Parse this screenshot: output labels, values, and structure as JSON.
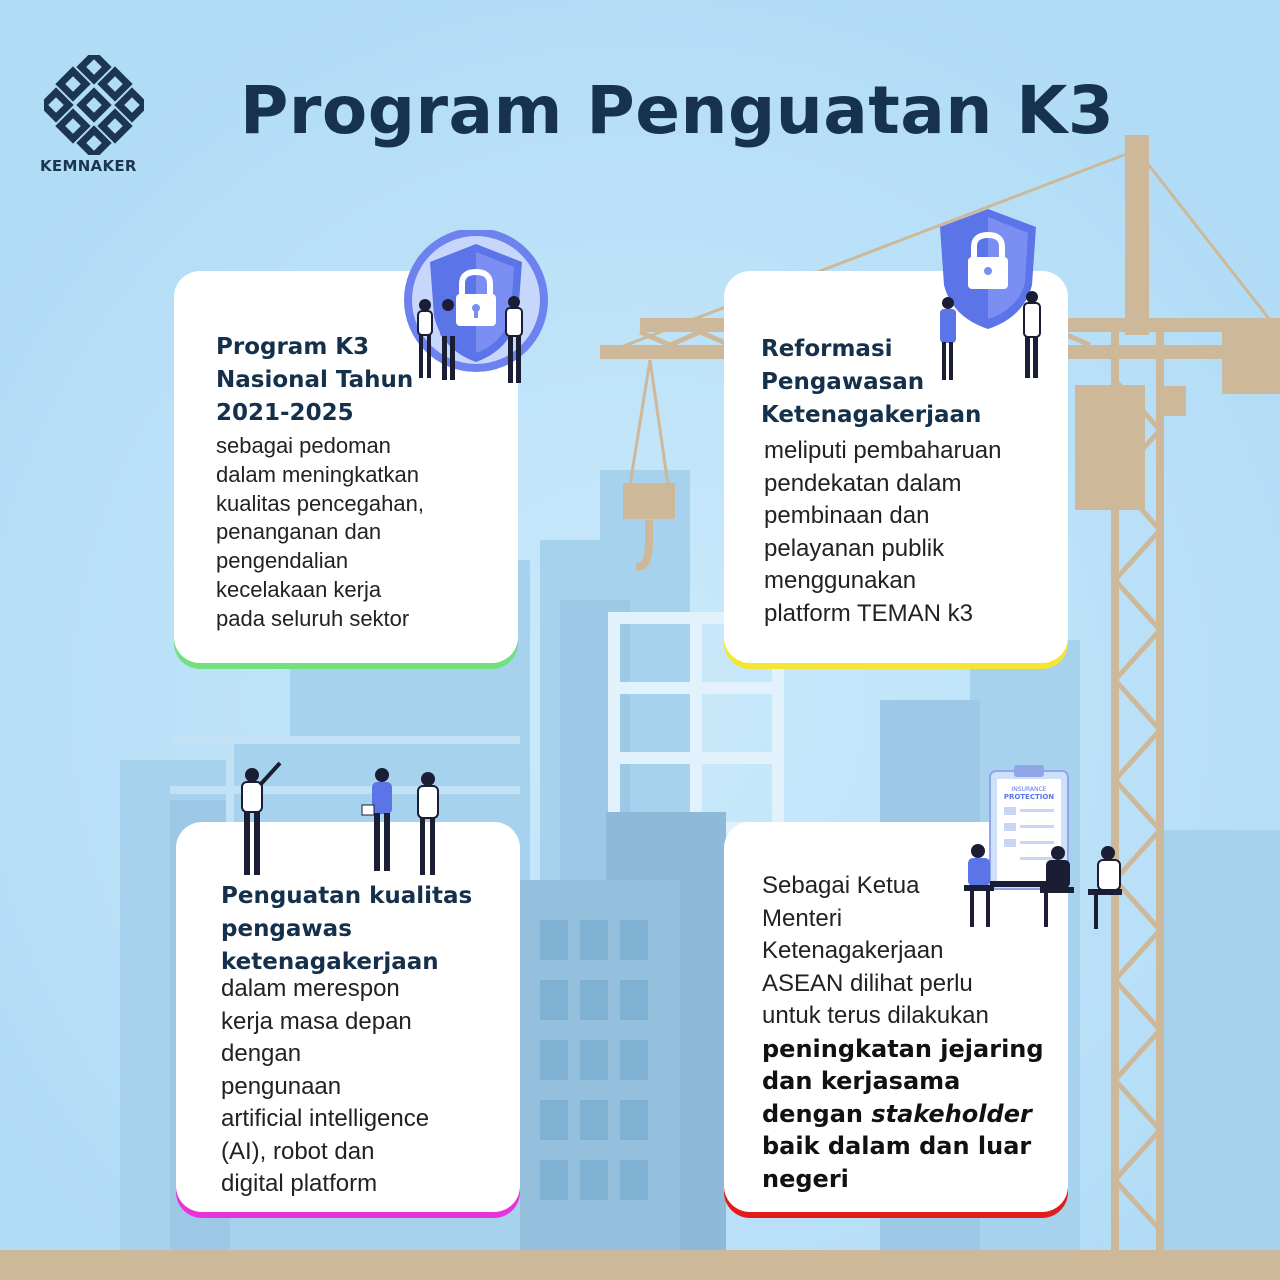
{
  "brand": {
    "logo_text": "KEMNAKER",
    "logo_color": "#1c3550"
  },
  "title": "Program Penguatan K3",
  "colors": {
    "background": "#b3def7",
    "title": "#17324d",
    "card_1_accent": "#72e07d",
    "card_2_accent": "#f4e632",
    "card_3_accent": "#e733d9",
    "card_4_accent": "#e31b1b",
    "shield": "#5b74e8",
    "crane": "#cdb99a"
  },
  "icons": [
    "kemnaker-logo",
    "shield-lock-icon",
    "clipboard-icon",
    "crane-illustration",
    "city-skyline"
  ],
  "cards": [
    {
      "heading": "Program K3\nNasional Tahun\n2021-2025",
      "body": "sebagai pedoman\ndalam meningkatkan\nkualitas pencegahan,\npenanganan dan\npengendalian\nkecelakaan kerja\npada seluruh sektor"
    },
    {
      "heading": "Reformasi\nPengawasan\nKetenagakerjaan",
      "body": "meliputi pembaharuan\npendekatan dalam\npembinaan dan\npelayanan publik\nmenggunakan\nplatform TEMAN k3"
    },
    {
      "heading": "Penguatan kualitas\npengawas\nketenagakerjaan",
      "body": "dalam merespon\nkerja masa depan\ndengan\npengunaan\nartificial intelligence\n(AI), robot dan\ndigital platform"
    },
    {
      "body": "Sebagai Ketua\nMenteri\nKetenagakerjaan\nASEAN dilihat perlu\nuntuk terus dilakukan",
      "bold_lines": [
        "peningkatan jejaring",
        "dan kerjasama",
        "dengan",
        "stakeholder",
        "baik dalam dan luar",
        "negeri"
      ]
    }
  ],
  "clipboard": {
    "line1": "INSURANCE",
    "line2": "PROTECTION"
  }
}
